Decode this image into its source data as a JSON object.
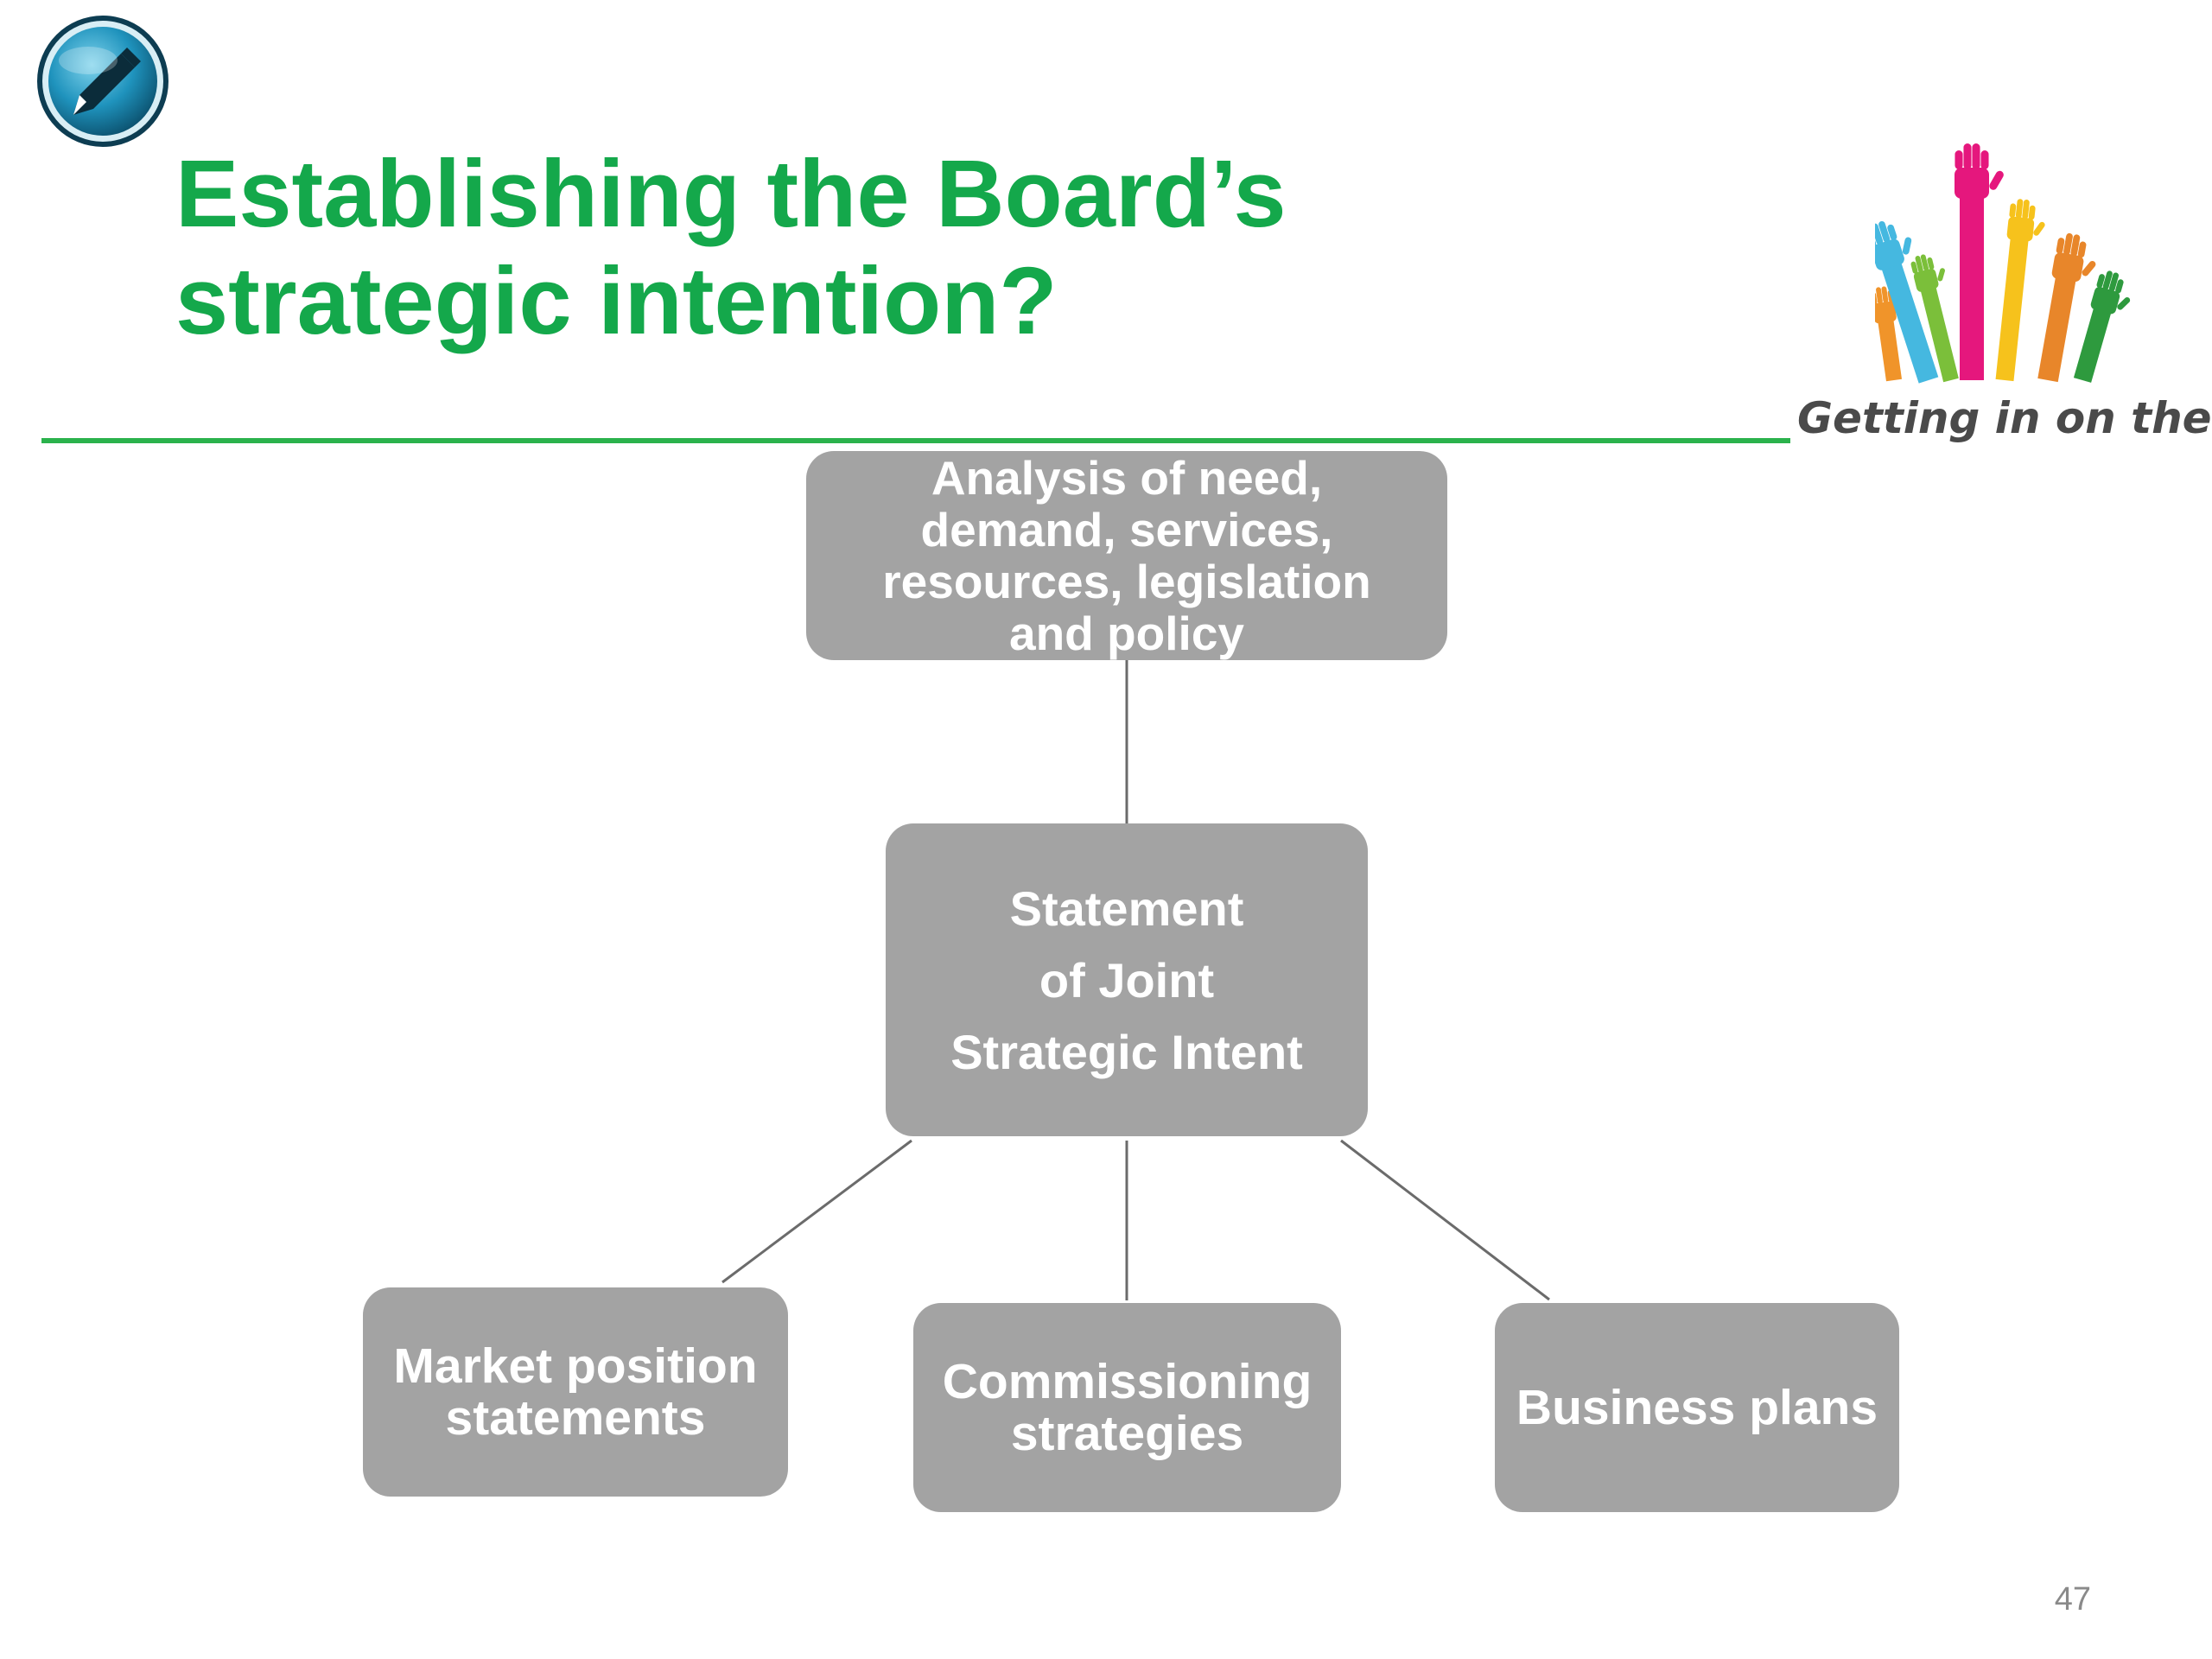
{
  "title": {
    "line1": "Establishing the Board’s",
    "line2": "strategic intention?"
  },
  "logo": {
    "caption": "Getting in on the Act",
    "hand_colors": [
      "#f0942a",
      "#45b8e0",
      "#e5177d",
      "#f6c21c",
      "#7bbf3a",
      "#e8862a",
      "#2e9a3e"
    ]
  },
  "diagram": {
    "root": {
      "lines": [
        "Analysis of need,",
        "demand, services,",
        "resources, legislation",
        "and policy"
      ]
    },
    "center": {
      "lines": [
        "Statement",
        "of Joint",
        "Strategic Intent"
      ]
    },
    "children": [
      {
        "lines": [
          "Market position",
          "statements"
        ]
      },
      {
        "lines": [
          "Commissioning",
          "strategies"
        ]
      },
      {
        "lines": [
          "Business plans"
        ]
      }
    ],
    "colors": {
      "node_fill": "#a3a3a3",
      "node_text": "#ffffff",
      "connector": "#6b6b6b"
    }
  },
  "page_number": "47",
  "colors": {
    "title": "#14a84b",
    "rule": "#2bb24c",
    "badge": "#1f7fa3"
  }
}
